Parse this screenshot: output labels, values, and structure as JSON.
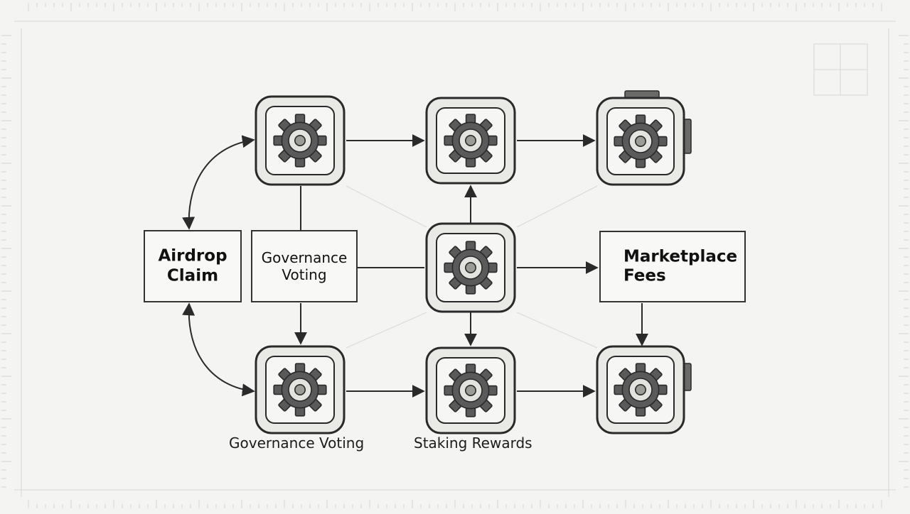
{
  "boxes": {
    "airdrop_claim": {
      "line1": "Airdrop",
      "line2": "Claim"
    },
    "governance_voting": {
      "line1": "Governance",
      "line2": "Voting"
    },
    "marketplace_fees": {
      "line1": "Marketplace",
      "line2": "Fees"
    }
  },
  "labels": {
    "bottom_left": "Governance Voting",
    "bottom_middle": "Staking Rewards"
  },
  "icons": {
    "module_1": "gear-icon",
    "module_2": "gear-icon",
    "module_3": "gear-icon",
    "module_4": "gear-icon",
    "module_5": "gear-icon",
    "module_6": "gear-icon",
    "module_7": "gear-icon"
  },
  "colors": {
    "ink": "#2a2a2a",
    "module_fill": "#e9e9e6",
    "gear": "#5a5a5a",
    "paper": "#f4f4f2"
  }
}
